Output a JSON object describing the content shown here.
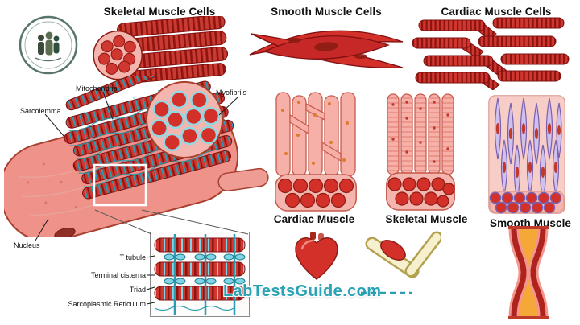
{
  "watermark": {
    "text": "LabTestsGuide.com",
    "color": "#2aa3b5"
  },
  "cell_headings": {
    "skeletal": "Skeletal Muscle Cells",
    "smooth": "Smooth Muscle Cells",
    "cardiac": "Cardiac Muscle Cells"
  },
  "fiber_labels": {
    "mitochondria": "Mitochondria",
    "myofibrils": "Myofibrils",
    "sarcolemma": "Sarcolemma",
    "nucleus": "Nucleus"
  },
  "inset_labels": {
    "t_tubule": "T tubule",
    "terminal_cisterna": "Terminal cisterna",
    "triad": "Triad",
    "sarcoplasmic_reticulum": "Sarcoplasmic Reticulum"
  },
  "tissue_headings": {
    "cardiac": "Cardiac Muscle",
    "skeletal": "Skeletal Muscle",
    "smooth": "Smooth Muscle"
  },
  "colors": {
    "muscle_red": "#c62828",
    "muscle_dark_red": "#7f1010",
    "muscle_pink": "#f2a09a",
    "reticulum_teal": "#2a9db0",
    "cisterna_light_blue": "#7fd4e6",
    "smooth_lavender": "#cdbcec",
    "organ_orange": "#f5a838",
    "arm_cream": "#f7f0cf",
    "watermark_teal": "#2aa3b5"
  }
}
